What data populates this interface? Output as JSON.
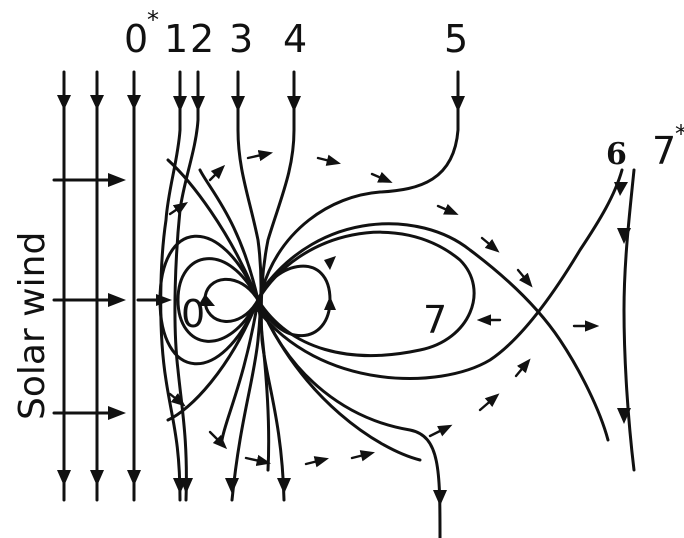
{
  "diagram": {
    "side_label": "Solar wind",
    "field_line_labels": {
      "l0": "0",
      "l0_star": "*",
      "l1": "1",
      "l2": "2",
      "l3": "3",
      "l4": "4",
      "l5": "5",
      "l6": "6",
      "l7": "7",
      "l7_star": "*"
    },
    "region_labels": {
      "inner_zero": "0",
      "tail_seven": "7"
    }
  }
}
